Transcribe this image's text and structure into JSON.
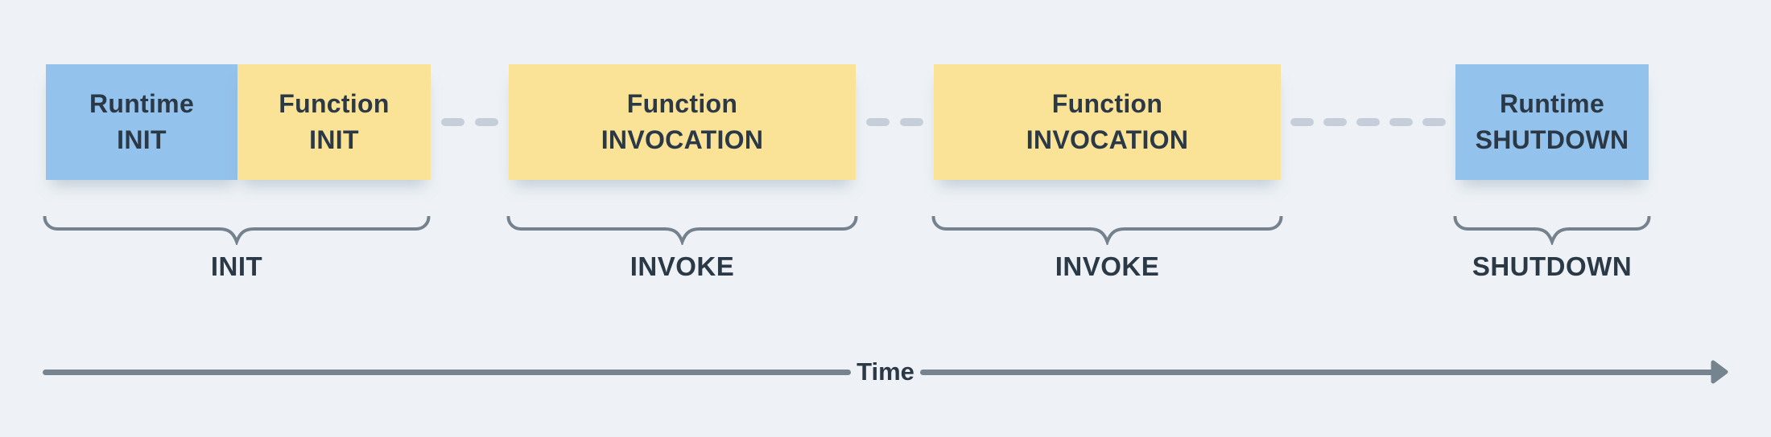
{
  "diagram": {
    "boxes": [
      {
        "name": "runtime-init",
        "kind": "runtime",
        "line1": "Runtime",
        "line2": "INIT"
      },
      {
        "name": "function-init",
        "kind": "function",
        "line1": "Function",
        "line2": "INIT"
      },
      {
        "name": "function-invocation-1",
        "kind": "function",
        "line1": "Function",
        "line2": "INVOCATION"
      },
      {
        "name": "function-invocation-2",
        "kind": "function",
        "line1": "Function",
        "line2": "INVOCATION"
      },
      {
        "name": "runtime-shutdown",
        "kind": "runtime",
        "line1": "Runtime",
        "line2": "SHUTDOWN"
      }
    ],
    "phases": [
      {
        "label": "INIT"
      },
      {
        "label": "INVOKE"
      },
      {
        "label": "INVOKE"
      },
      {
        "label": "SHUTDOWN"
      }
    ],
    "timeline": {
      "label": "Time"
    },
    "colors": {
      "background": "#EEF2F6",
      "runtime_box": "#93C2EC",
      "function_box": "#FAE296",
      "text": "#2B3946",
      "connector_dash": "#C6CFD9",
      "brace": "#75828E",
      "axis": "#76848F"
    }
  }
}
